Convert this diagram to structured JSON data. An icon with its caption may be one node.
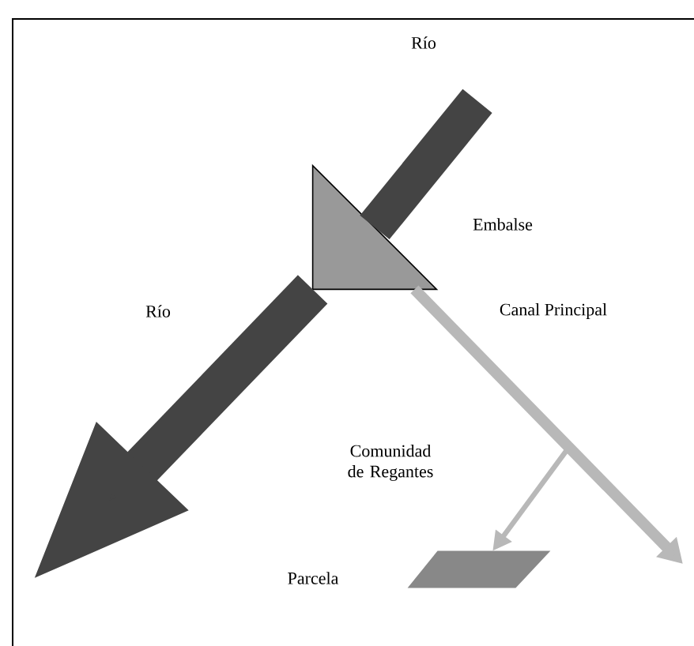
{
  "diagram": {
    "nodes": [
      {
        "text": [],
        "shape": "triangle",
        "beside": [
          "Embalse"
        ]
      },
      {
        "text": [],
        "shape": "parallelogram",
        "beside": [
          "Parcela"
        ]
      }
    ],
    "edges": [
      {
        "from": null,
        "to": 0,
        "arrow": "none",
        "style": "thick",
        "color": "#444444"
      },
      {
        "from": 0,
        "to": null,
        "arrow": "to",
        "label": "Río",
        "style": "thick",
        "color": "#444444"
      },
      {
        "from": 0,
        "to": null,
        "arrow": "to",
        "label": "Canal Principal",
        "color": "#b8b8b8"
      },
      {
        "from": null,
        "to": 1,
        "arrow": "to",
        "color": "#b8b8b8"
      }
    ],
    "labels": [
      "Río",
      "Comunidad de Regantes"
    ]
  }
}
